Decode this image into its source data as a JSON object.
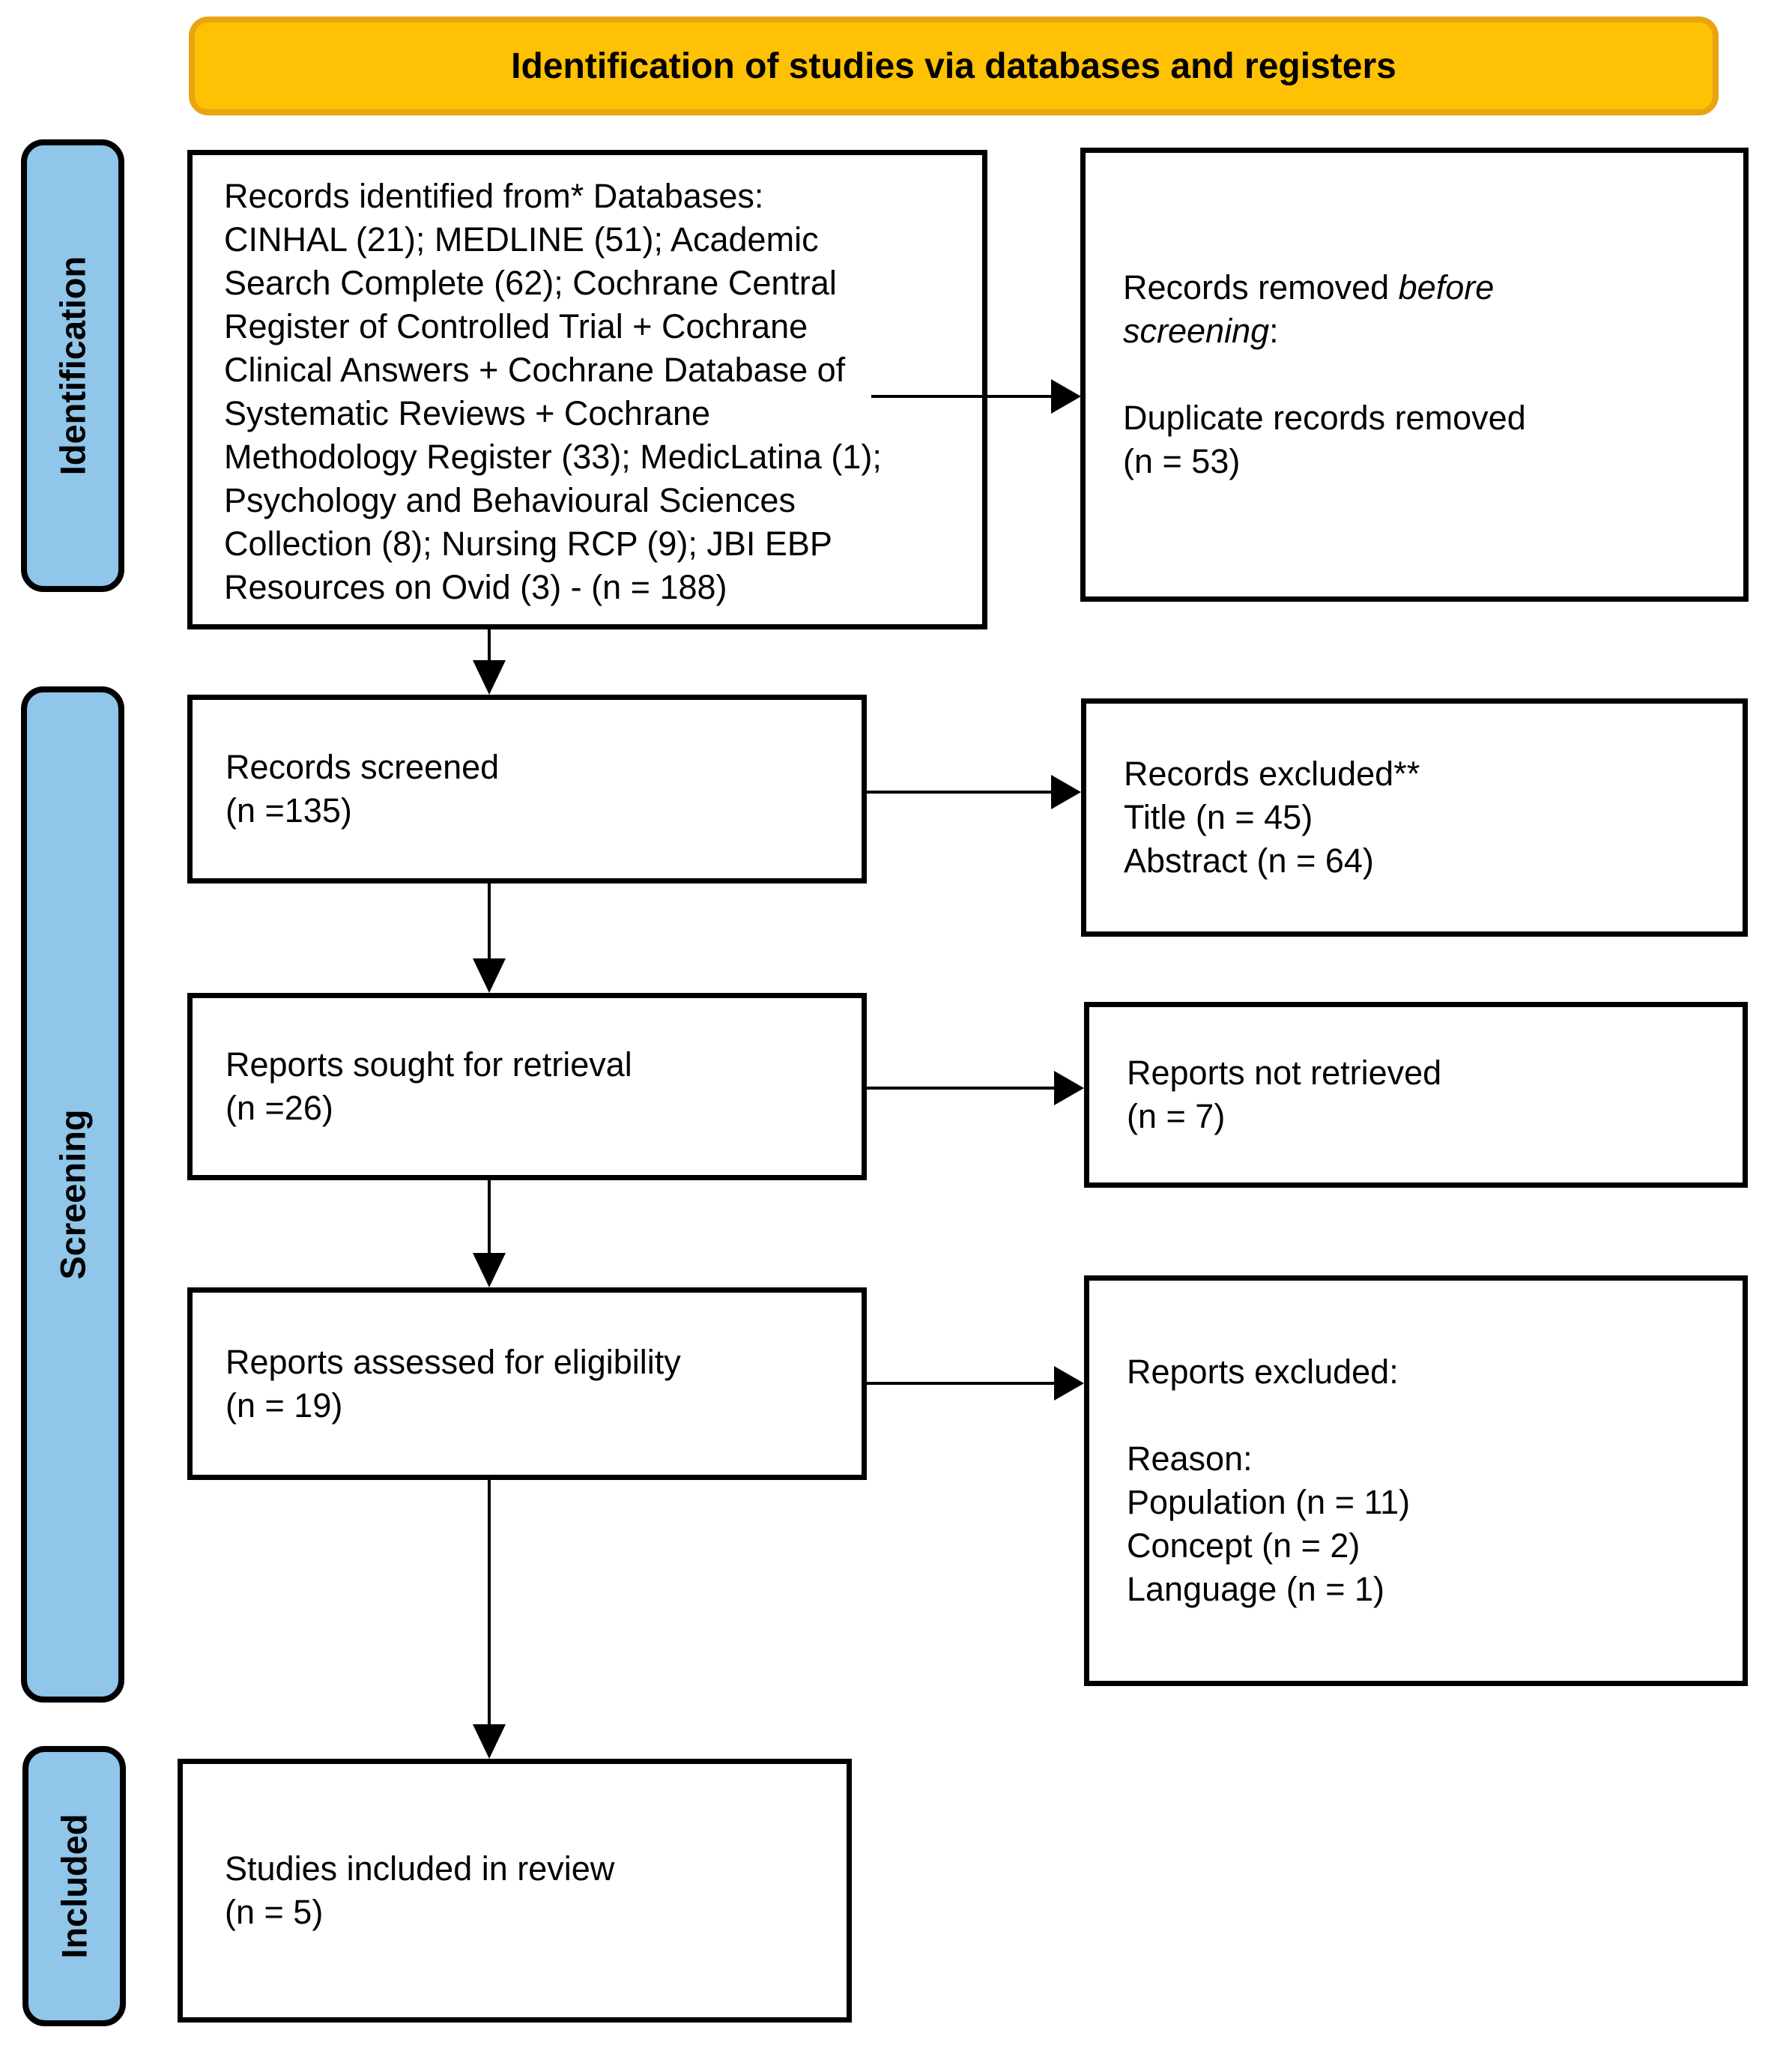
{
  "banner": {
    "title": "Identification of studies via databases and registers"
  },
  "stages": [
    {
      "label": "Identification"
    },
    {
      "label": "Screening"
    },
    {
      "label": "Included"
    }
  ],
  "colors": {
    "banner_fill": "#FFC103",
    "banner_border": "#E9A412",
    "stage_fill": "#8FC6E9",
    "arrow_color": "#000000"
  },
  "flow": {
    "box1": {
      "lines": [
        "Records identified from* Databases:",
        "CINHAL (21); MEDLINE (51); Academic",
        "Search Complete (62); Cochrane Central",
        "Register of Controlled Trial + Cochrane",
        "Clinical Answers + Cochrane Database of",
        "Systematic Reviews + Cochrane",
        "Methodology Register (33); MedicLatina (1);",
        "Psychology and Behavioural Sciences",
        "Collection (8); Nursing RCP (9); JBI EBP",
        "Resources on Ovid (3) - (n = 188)"
      ]
    },
    "right1": {
      "line1_normal": "Records removed ",
      "line1_italic": "before",
      "line2_italic": "screening",
      "line2_colon": ":",
      "line4": "Duplicate records removed",
      "line5": "(n = 53)"
    },
    "box2": {
      "lines": [
        "Records screened",
        "(n =135)"
      ]
    },
    "right2": {
      "lines": [
        "Records excluded**",
        "Title (n = 45)",
        "Abstract (n = 64)"
      ]
    },
    "box3": {
      "lines": [
        "Reports sought for retrieval",
        "(n =26)"
      ]
    },
    "right3": {
      "lines": [
        "Reports not retrieved",
        "(n = 7)"
      ]
    },
    "box4": {
      "lines": [
        "Reports assessed for eligibility",
        "(n = 19)"
      ]
    },
    "right4": {
      "lines": [
        "Reports excluded:",
        "",
        "Reason:",
        "Population (n = 11)",
        "Concept (n = 2)",
        "Language (n = 1)"
      ]
    },
    "box5": {
      "lines": [
        "Studies included in review",
        "(n = 5)"
      ]
    }
  }
}
